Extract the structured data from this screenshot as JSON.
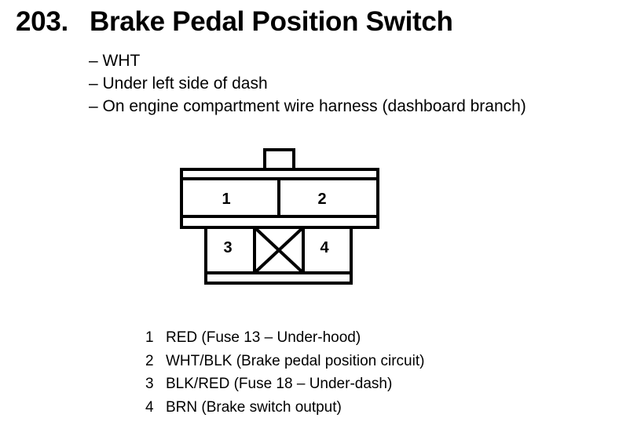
{
  "header": {
    "number": "203.",
    "title": "Brake Pedal Position Switch"
  },
  "info": [
    "– WHT",
    "– Under left side of dash",
    "– On engine compartment wire harness (dashboard branch)"
  ],
  "connector": {
    "cavities": [
      "1",
      "2",
      "3",
      "4"
    ],
    "blank_cavity": "X"
  },
  "pins": [
    {
      "num": "1",
      "desc": "RED (Fuse 13 – Under-hood)"
    },
    {
      "num": "2",
      "desc": "WHT/BLK (Brake pedal position circuit)"
    },
    {
      "num": "3",
      "desc": "BLK/RED (Fuse 18 – Under-dash)"
    },
    {
      "num": "4",
      "desc": "BRN (Brake switch output)"
    }
  ]
}
